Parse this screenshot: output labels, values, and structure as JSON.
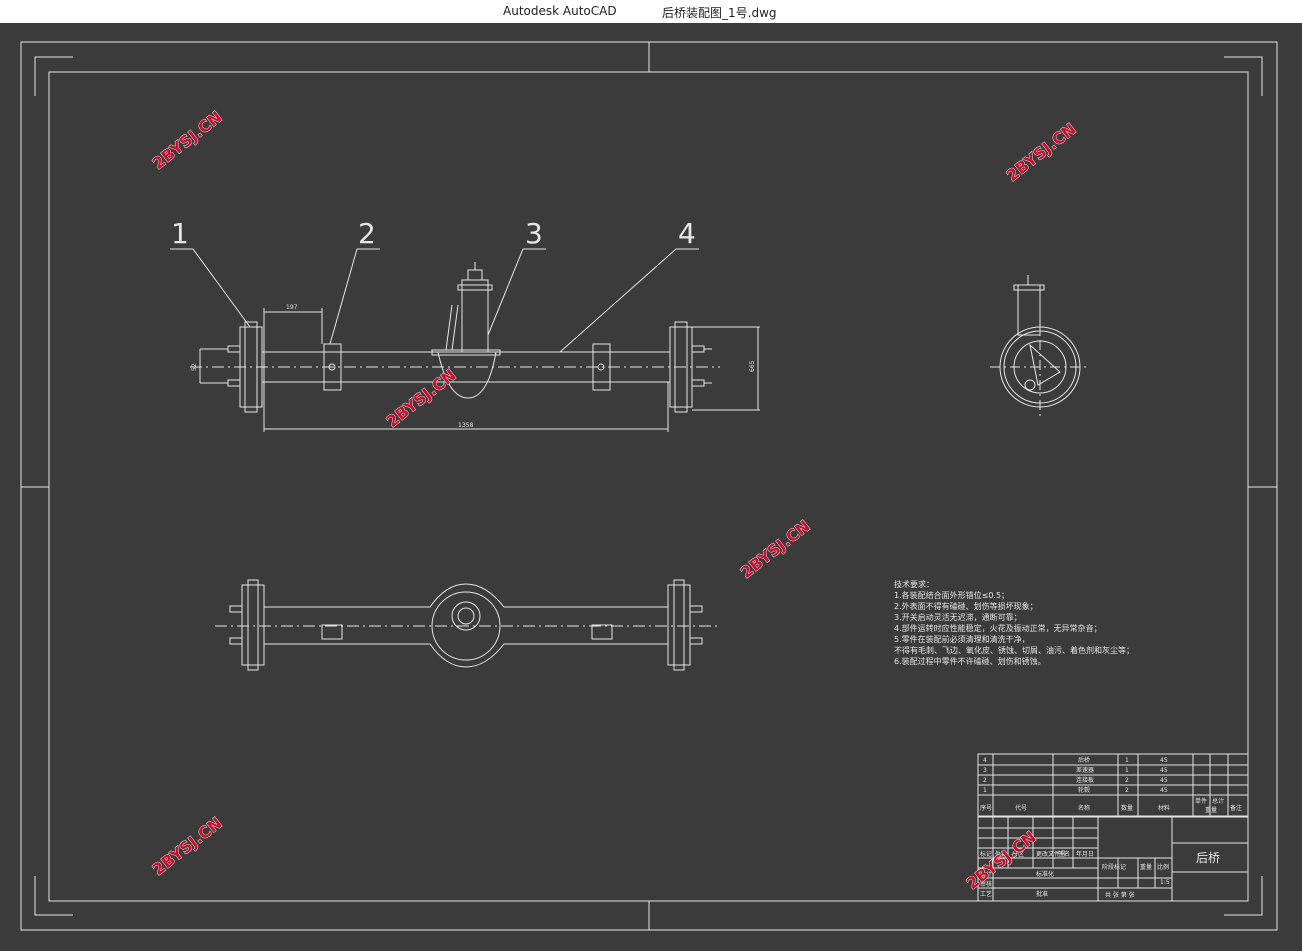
{
  "window": {
    "app_name": "Autodesk AutoCAD",
    "document_name": "后桥装配图_1号.dwg"
  },
  "colors": {
    "canvas_bg": "#3b3b3b",
    "line": "#e6e6e6",
    "watermark": "#c8102e"
  },
  "watermark_text": "2BYSJ.CN",
  "balloons": [
    "1",
    "2",
    "3",
    "4"
  ],
  "dimensions": {
    "d197": "197",
    "d1358": "1358",
    "d665": "665",
    "d52": "52"
  },
  "technical_requirements": {
    "heading": "技术要求：",
    "items": [
      "1.各装配结合面外形错位≤0.5；",
      "2.外表面不得有磕碰、划伤等损坏现象；",
      "3.开关启动灵活无迟滞，通断可靠；",
      "4.部件运转时应性能稳定，火花及振动正常，无异常杂音；",
      "5.零件在装配前必须清理和清洗干净，",
      "不得有毛刺、飞边、氧化皮、锈蚀、切屑、油污、着色剂和灰尘等；",
      "6.装配过程中零件不许磕碰、划伤和锈蚀。"
    ]
  },
  "bom": {
    "rows": [
      {
        "no": "4",
        "name": "后桥",
        "qty": "1",
        "material": "45"
      },
      {
        "no": "3",
        "name": "差速器",
        "qty": "1",
        "material": "45"
      },
      {
        "no": "2",
        "name": "连接板",
        "qty": "2",
        "material": "45"
      },
      {
        "no": "1",
        "name": "轮毂",
        "qty": "2",
        "material": "45"
      }
    ],
    "header": {
      "no": "序号",
      "code": "代号",
      "name": "名称",
      "qty": "数量",
      "material": "材料",
      "single": "单件",
      "total": "总计",
      "weight": "重量",
      "note": "备注"
    }
  },
  "title_block": {
    "drawing_title": "后桥",
    "scale": "1:5",
    "sheet": "共 张 第 张",
    "labels": [
      "标记",
      "处数",
      "分区",
      "更改文件号",
      "签名",
      "年月日",
      "设计",
      "审核",
      "工艺",
      "标准化",
      "批准",
      "阶段标记",
      "重量",
      "比例"
    ]
  }
}
